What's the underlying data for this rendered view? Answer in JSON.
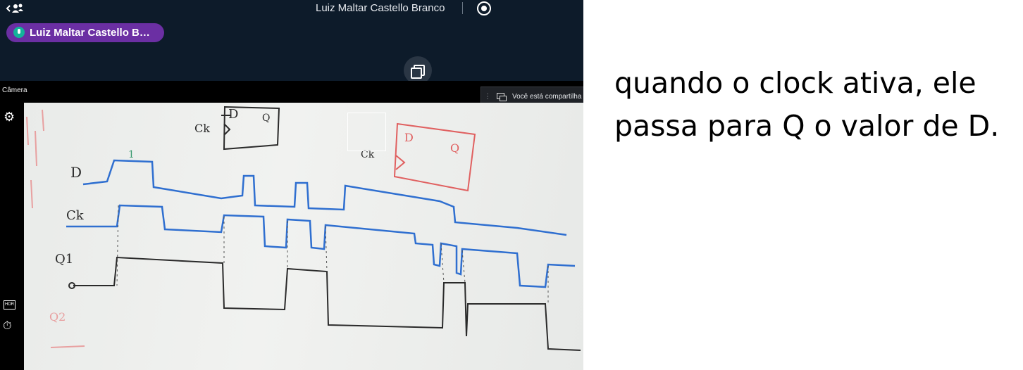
{
  "meeting": {
    "title": "Luiz Maltar Castello Branco",
    "speaker_name": "Luiz Maltar Castello B…",
    "camera_label": "Câmera",
    "sharing_notice": "Você está compartilha",
    "icons": [
      "back-icon",
      "people-icon",
      "record-icon",
      "microphone-icon",
      "popout-icon",
      "settings-icon",
      "hdr-icon",
      "timer-icon",
      "share-screen-icon"
    ]
  },
  "whiteboard": {
    "labels": {
      "d_input": "D",
      "clock": "Ck",
      "q_output": "Q1",
      "q_second": "Q2",
      "flipflop_d": "D",
      "flipflop_q": "Q",
      "flipflop_ck": "Ck",
      "marker_one": "1"
    },
    "colors": {
      "blue_wave": "#2f6fd0",
      "black_ink": "#2a2a2a",
      "red_ink": "#e06060",
      "green_ink": "#3a9a70"
    }
  },
  "caption": {
    "line1": "quando o clock ativa, ele",
    "line2": "passa para Q o valor de D."
  }
}
